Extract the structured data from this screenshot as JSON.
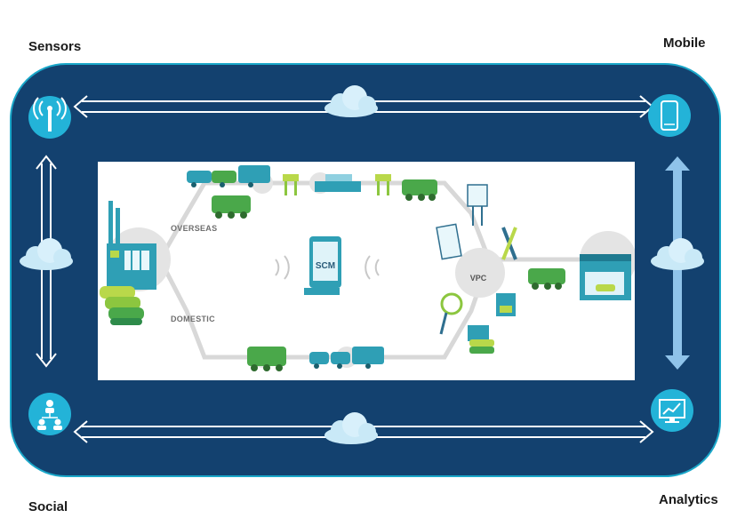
{
  "labels": {
    "sensors": "Sensors",
    "mobile": "Mobile",
    "social": "Social",
    "analytics": "Analytics"
  },
  "diagram": {
    "route_top": "OVERSEAS",
    "route_bottom": "DOMESTIC",
    "center_label": "SCM",
    "hub_label": "VPC"
  },
  "icons": {
    "top_left": "antenna-icon",
    "top_right": "smartphone-icon",
    "bottom_left": "people-network-icon",
    "bottom_right": "monitor-chart-icon",
    "links": "cloud-icon"
  },
  "colors": {
    "frame_fill": "#13416f",
    "frame_border": "#1aa7c9",
    "node_fill": "#23b3d8",
    "cloud": "#c9e9f7",
    "truck_teal": "#2f9fb5",
    "truck_green": "#4aa84a",
    "lime": "#b9d84a"
  }
}
